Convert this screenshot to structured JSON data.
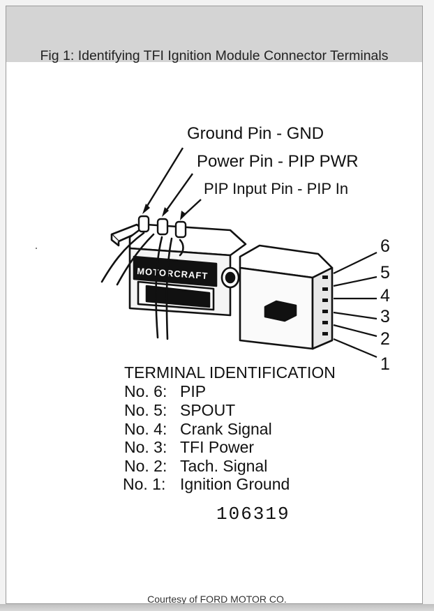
{
  "figure": {
    "caption": "Fig 1: Identifying TFI Ignition Module Connector Terminals",
    "credit": "Courtesy of FORD MOTOR CO."
  },
  "pins": {
    "ground": "Ground Pin - GND",
    "power": "Power Pin - PIP PWR",
    "pip_input": "PIP Input Pin - PIP In"
  },
  "terminal_numbers": [
    "6",
    "5",
    "4",
    "3",
    "2",
    "1"
  ],
  "module_brand": "MOTORCRAFT",
  "terminal_identification": {
    "heading": "TERMINAL IDENTIFICATION",
    "rows": [
      {
        "number": "No. 6:",
        "name": "PIP"
      },
      {
        "number": "No. 5:",
        "name": "SPOUT"
      },
      {
        "number": "No. 4:",
        "name": "Crank Signal"
      },
      {
        "number": "No. 3:",
        "name": "TFI Power"
      },
      {
        "number": "No. 2:",
        "name": "Tach. Signal"
      },
      {
        "number": "No. 1:",
        "name": "Ignition Ground"
      }
    ]
  },
  "figure_number": "106319",
  "colors": {
    "line": "#111111",
    "caption_bar": "#d4d4d4"
  }
}
